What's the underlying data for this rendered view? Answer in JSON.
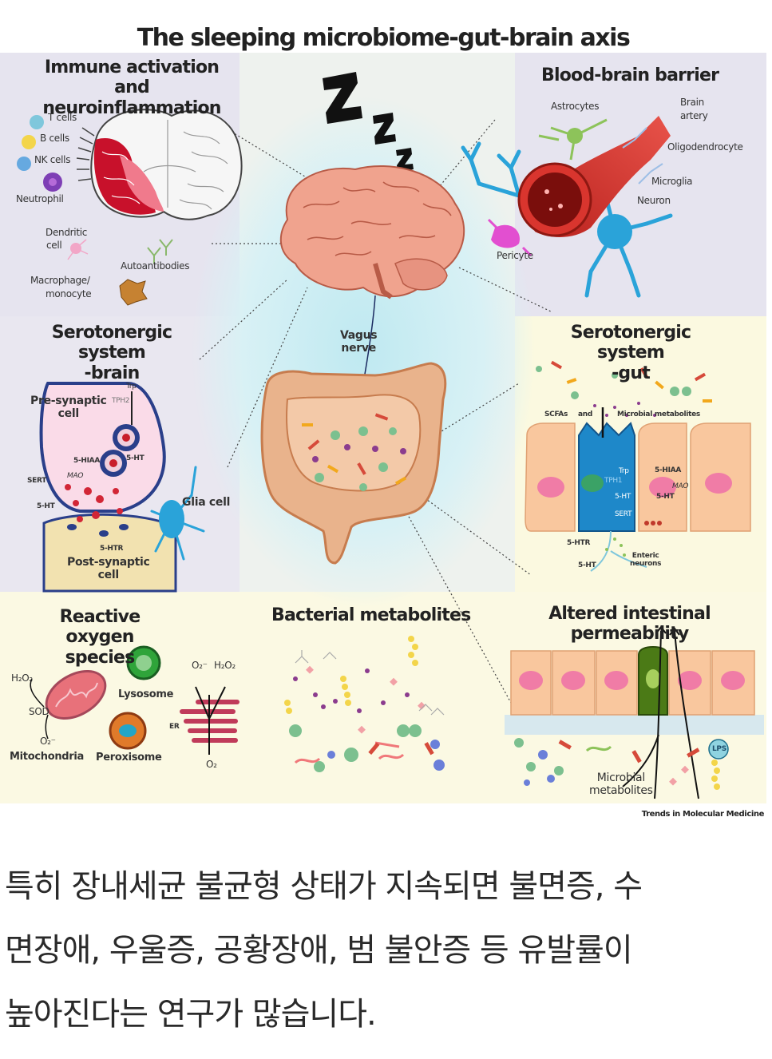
{
  "figure": {
    "title": "The sleeping microbiome-gut-brain axis",
    "credit": "Trends in Molecular Medicine",
    "center": {
      "vagus_nerve": [
        "Vagus",
        "nerve"
      ]
    },
    "panels": {
      "immune": {
        "title": [
          "Immune activation",
          "and neuroinflammation"
        ],
        "labels": {
          "t_cells": "T cells",
          "b_cells": "B cells",
          "nk_cells": "NK cells",
          "neutrophil": "Neutrophil",
          "dendritic": [
            "Dendritic",
            "cell"
          ],
          "autoantibodies": "Autoantibodies",
          "macrophage": [
            "Macrophage/",
            "monocyte"
          ]
        }
      },
      "bbb": {
        "title": "Blood-brain barrier",
        "labels": {
          "astrocytes": "Astrocytes",
          "brain_artery": [
            "Brain",
            "artery"
          ],
          "oligodendrocyte": "Oligodendrocyte",
          "microglia": "Microglia",
          "neuron": "Neuron",
          "pericyte": "Pericyte"
        }
      },
      "sero_brain": {
        "title": [
          "Serotonergic system",
          "-brain"
        ],
        "labels": {
          "presynaptic": [
            "Pre-synaptic",
            "cell"
          ],
          "trp": "Trp",
          "tph2": "TPH2",
          "hiaa": "5-HIAA",
          "ht": "5-HT",
          "mao": "MAO",
          "sert": "SERT",
          "ht2": "5-HT",
          "glia": "Glia cell",
          "htr": "5-HTR",
          "postsynaptic": [
            "Post-synaptic",
            "cell"
          ]
        }
      },
      "sero_gut": {
        "title": [
          "Serotonergic system",
          "-gut"
        ],
        "labels": {
          "scfas": "SCFAs",
          "and": "and",
          "microbial": "Microbial metabolites",
          "trp": "Trp",
          "tph1": "TPH1",
          "ht": "5-HT",
          "sert": "SERT",
          "hiaa": "5-HIAA",
          "mao": "MAO",
          "ht_right": "5-HT",
          "htr": "5-HTR",
          "ht_bottom": "5-HT",
          "enteric": [
            "Enteric",
            "neurons"
          ]
        }
      },
      "ros": {
        "title": [
          "Reactive oxygen",
          "species"
        ],
        "labels": {
          "h2o2_left": "H₂O₂",
          "sod": "SOD",
          "o2minus": "O₂⁻",
          "mitochondria": "Mitochondria",
          "lysosome": "Lysosome",
          "peroxisome": "Peroxisome",
          "o2_top": "O₂⁻",
          "h2o2_top": "H₂O₂",
          "er": "ER",
          "o2_bottom": "O₂"
        }
      },
      "bacterial": {
        "title": "Bacterial metabolites"
      },
      "permeability": {
        "title": "Altered intestinal permeability",
        "labels": {
          "lps": "LPS",
          "microbial": [
            "Microbial",
            "metabolites"
          ]
        }
      }
    },
    "colors": {
      "lavender_bg": "#e6e4ef",
      "cream_bg": "#fbf9e0",
      "glow": "#cdeef3",
      "brain_pink": "#f0a38e",
      "gut_orange": "#e9b38c",
      "neuron_blue": "#2aa3d9",
      "artery_red": "#d9352e"
    }
  },
  "caption": {
    "lines": [
      "특히 장내세균 불균형 상태가 지속되면 불면증, 수",
      "면장애, 우울증, 공황장애, 범 불안증 등 유발률이",
      "높아진다는 연구가 많습니다."
    ]
  }
}
